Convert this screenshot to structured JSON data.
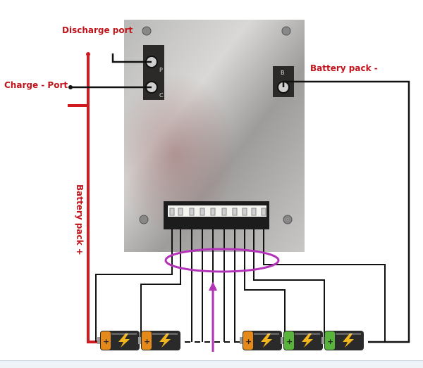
{
  "labels": {
    "discharge_port": "Discharge port",
    "charge_port": "Charge - Port",
    "battery_pack_negative": "Battery pack -",
    "battery_pack_positive": "Battery pack +"
  },
  "bottom_caption": "",
  "board": {
    "pad_letters": [
      "P",
      "C",
      "B"
    ]
  },
  "colors": {
    "positive_wire": "#d01c20",
    "negative_wire": "#111111",
    "balance_ellipse": "#b233b8",
    "arrow": "#b233b8",
    "label_text": "#c0141c",
    "battery_body": "#2a2a2a",
    "battery_band_orange": "#e58a1a",
    "battery_band_green": "#58b43a",
    "lightning": "#f2b51e"
  },
  "batteries": [
    {
      "band": "orange",
      "icon": "lightning-icon"
    },
    {
      "band": "orange",
      "icon": "lightning-icon"
    },
    {
      "band": "orange",
      "icon": "lightning-icon"
    },
    {
      "band": "green",
      "icon": "lightning-icon"
    },
    {
      "band": "green",
      "icon": "lightning-icon"
    }
  ]
}
